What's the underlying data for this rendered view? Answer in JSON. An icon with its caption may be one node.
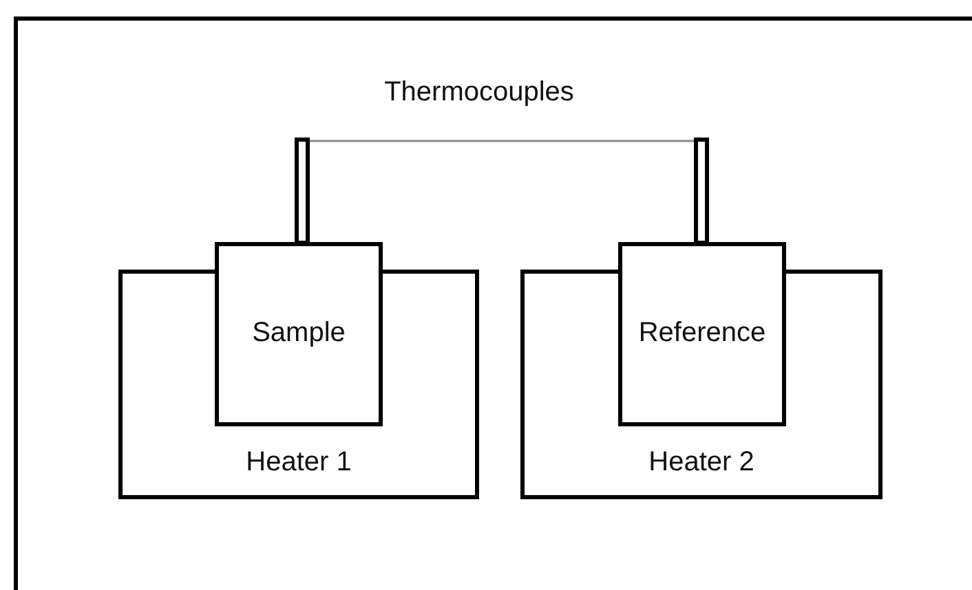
{
  "diagram": {
    "nodes": [
      {
        "text": [
          "Sample"
        ]
      },
      {
        "text": [
          "Heater 1"
        ]
      },
      {
        "text": [
          "Reference"
        ]
      },
      {
        "text": [
          "Heater 2"
        ]
      },
      {
        "text": [],
        "shape": "bar"
      },
      {
        "text": [],
        "shape": "bar"
      }
    ],
    "edges": [
      {
        "from": 4,
        "to": 5,
        "arrow": "none"
      }
    ],
    "labels": [
      "Thermocouples"
    ]
  }
}
